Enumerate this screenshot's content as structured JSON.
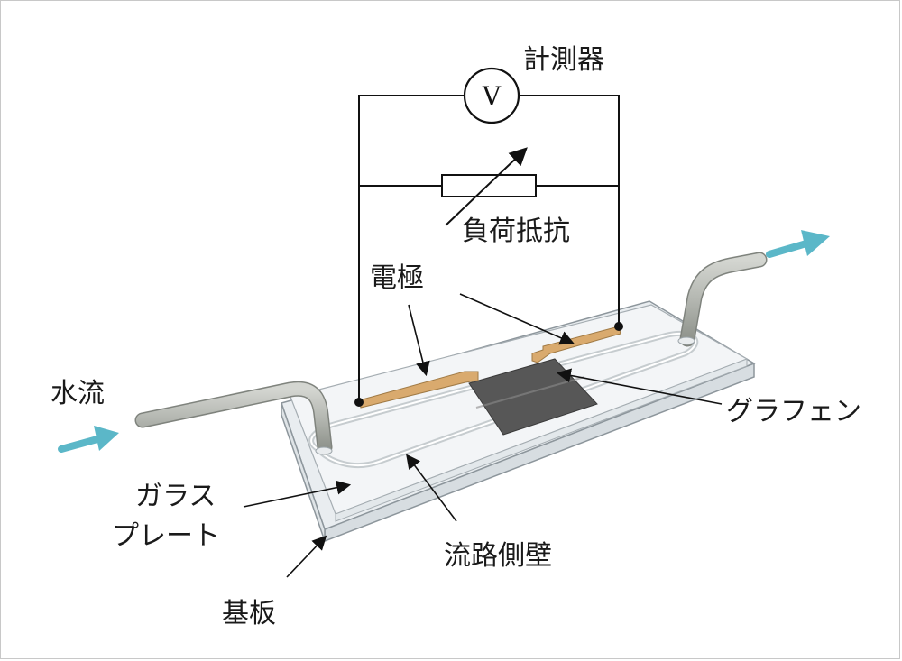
{
  "labels": {
    "meter": "計測器",
    "meter_symbol": "V",
    "load_resistor": "負荷抵抗",
    "electrode": "電極",
    "water_flow": "水流",
    "graphene": "グラフェン",
    "glass_plate_line1": "ガラス",
    "glass_plate_line2": "プレート",
    "channel_wall": "流路側壁",
    "substrate": "基板"
  },
  "colors": {
    "wire": "#111111",
    "tube": "#b9bcb6",
    "electrode": "#d9aa6e",
    "graphene": "#555555",
    "flow_arrow": "#5bb7c8",
    "glass": "#eef1f3"
  }
}
